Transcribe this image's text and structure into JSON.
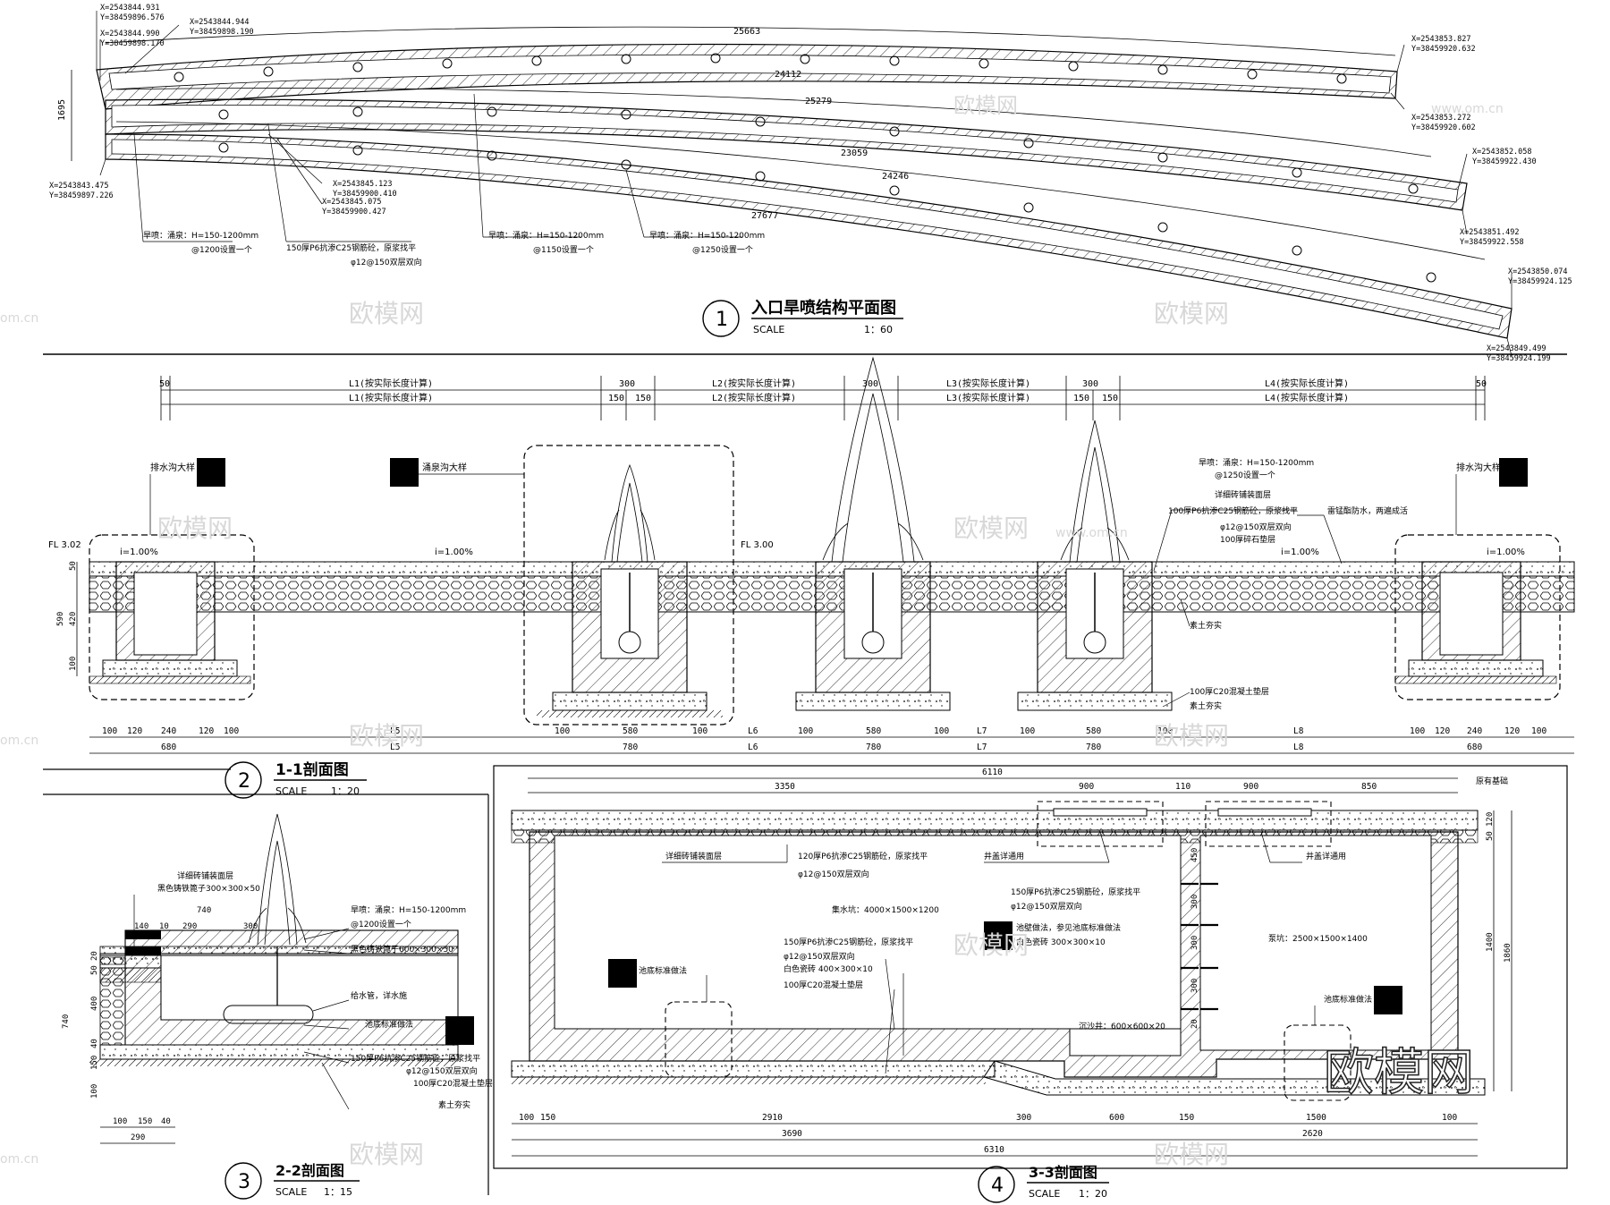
{
  "plan": {
    "title": "入口旱喷结构平面图",
    "number": "1",
    "scale_label": "SCALE",
    "scale": "1：60",
    "coords": [
      "X=2543844.931",
      "Y=38459896.576",
      "X=2543844.944",
      "Y=38459898.190",
      "X=2543844.990",
      "Y=38459898.170",
      "X=2543853.827",
      "Y=38459920.632",
      "X=2543853.272",
      "Y=38459920.602",
      "X=2543852.058",
      "Y=38459922.430",
      "X=2543851.492",
      "Y=38459922.558",
      "X=2543850.074",
      "Y=38459924.125",
      "X=2543849.499",
      "Y=38459924.199",
      "X=2543843.475",
      "Y=38459897.226",
      "X=2543845.123",
      "Y=38459900.410",
      "X=2543845.075",
      "Y=38459900.427"
    ],
    "dims": [
      "25663",
      "24112",
      "25279",
      "23059",
      "24246",
      "27677",
      "1695"
    ],
    "notes": [
      "旱喷：涌泉：H=150-1200mm",
      "@1200设置一个",
      "150厚P6抗渗C25钢筋砼，原浆找平",
      "φ12@150双层双向",
      "旱喷：涌泉：H=150-1200mm",
      "@1150设置一个",
      "旱喷：涌泉：H=150-1200mm",
      "@1250设置一个"
    ]
  },
  "section11": {
    "title": "1-1剖面图",
    "number": "2",
    "scale_label": "SCALE",
    "scale": "1：20",
    "top_dims": [
      "50",
      "L1(按实际长度计算)",
      "300",
      "150",
      "150",
      "L2(按实际长度计算)",
      "300",
      "L3(按实际长度计算)",
      "300",
      "150",
      "150",
      "L4(按实际长度计算)",
      "50"
    ],
    "labels": [
      "排水沟大样",
      "涌泉沟大样",
      "排水沟大样",
      "FL 3.02",
      "FL 3.00",
      "i=1.00%",
      "i=1.00%",
      "i=1.00%",
      "i=1.00%"
    ],
    "notes": [
      "旱喷：涌泉：H=150-1200mm",
      "@1250设置一个",
      "详细砖铺装面层",
      "100厚P6抗渗C25钢筋砼，原浆找平",
      "φ12@150双层双向",
      "100厚碎石垫层",
      "雷锰酯防水，两遍成活",
      "素土夯实",
      "100厚C20混凝土垫层",
      "素土夯实"
    ],
    "left_dims": [
      "50",
      "420",
      "590",
      "100"
    ],
    "bottom_dims": [
      "100",
      "120",
      "240",
      "120",
      "100",
      "680",
      "L5",
      "100",
      "580",
      "100",
      "780",
      "L6",
      "100",
      "580",
      "100",
      "780",
      "L7",
      "100",
      "580",
      "100",
      "780",
      "L8",
      "100",
      "120",
      "240",
      "120",
      "100",
      "680"
    ]
  },
  "section22": {
    "title": "2-2剖面图",
    "number": "3",
    "scale_label": "SCALE",
    "scale": "1：15",
    "notes": [
      "详细砖铺装面层",
      "黑色铸铁篦子300×300×50",
      "旱喷：涌泉：H=150-1200mm",
      "@1200设置一个",
      "黑色铸铁篦子600×300×50",
      "给水管，详水施",
      "池底标准做法",
      "150厚P6抗渗C25钢筋砼，原浆找平",
      "φ12@150双层双向",
      "100厚C20混凝土垫层",
      "素土夯实"
    ],
    "dims": [
      "740",
      "140",
      "10",
      "290",
      "300",
      "20",
      "50",
      "400",
      "740",
      "40",
      "150",
      "100",
      "100",
      "150",
      "40",
      "290"
    ]
  },
  "section33": {
    "title": "3-3剖面图",
    "number": "4",
    "scale_label": "SCALE",
    "scale": "1：20",
    "top_dims": [
      "6110",
      "3350",
      "900",
      "110",
      "900",
      "850",
      "原有基础"
    ],
    "notes": [
      "详细砖铺装面层",
      "120厚P6抗渗C25钢筋砼，原浆找平",
      "φ12@150双层双向",
      "井盖详通用",
      "井盖详通用",
      "集水坑：4000×1500×1200",
      "150厚P6抗渗C25钢筋砼，原浆找平",
      "φ12@150双层双向",
      "池壁做法，参见池底标准做法",
      "白色瓷砖 300×300×10",
      "150厚P6抗渗C25钢筋砼，原浆找平",
      "φ12@150双层双向",
      "白色瓷砖 400×300×10",
      "100厚C20混凝土垫层",
      "泵坑：2500×1500×1400",
      "池底标准做法",
      "池底标准做法",
      "沉沙井：600×600×20"
    ],
    "right_dims": [
      "120",
      "50",
      "1400",
      "1860",
      "450",
      "300",
      "300",
      "300",
      "20"
    ],
    "bottom_dims": [
      "100",
      "150",
      "2910",
      "300",
      "600",
      "150",
      "1500",
      "100",
      "3690",
      "2620",
      "6310"
    ]
  },
  "watermark": {
    "brand": "欧模网",
    "site": "www.om.cn",
    "short": "om.cn"
  }
}
